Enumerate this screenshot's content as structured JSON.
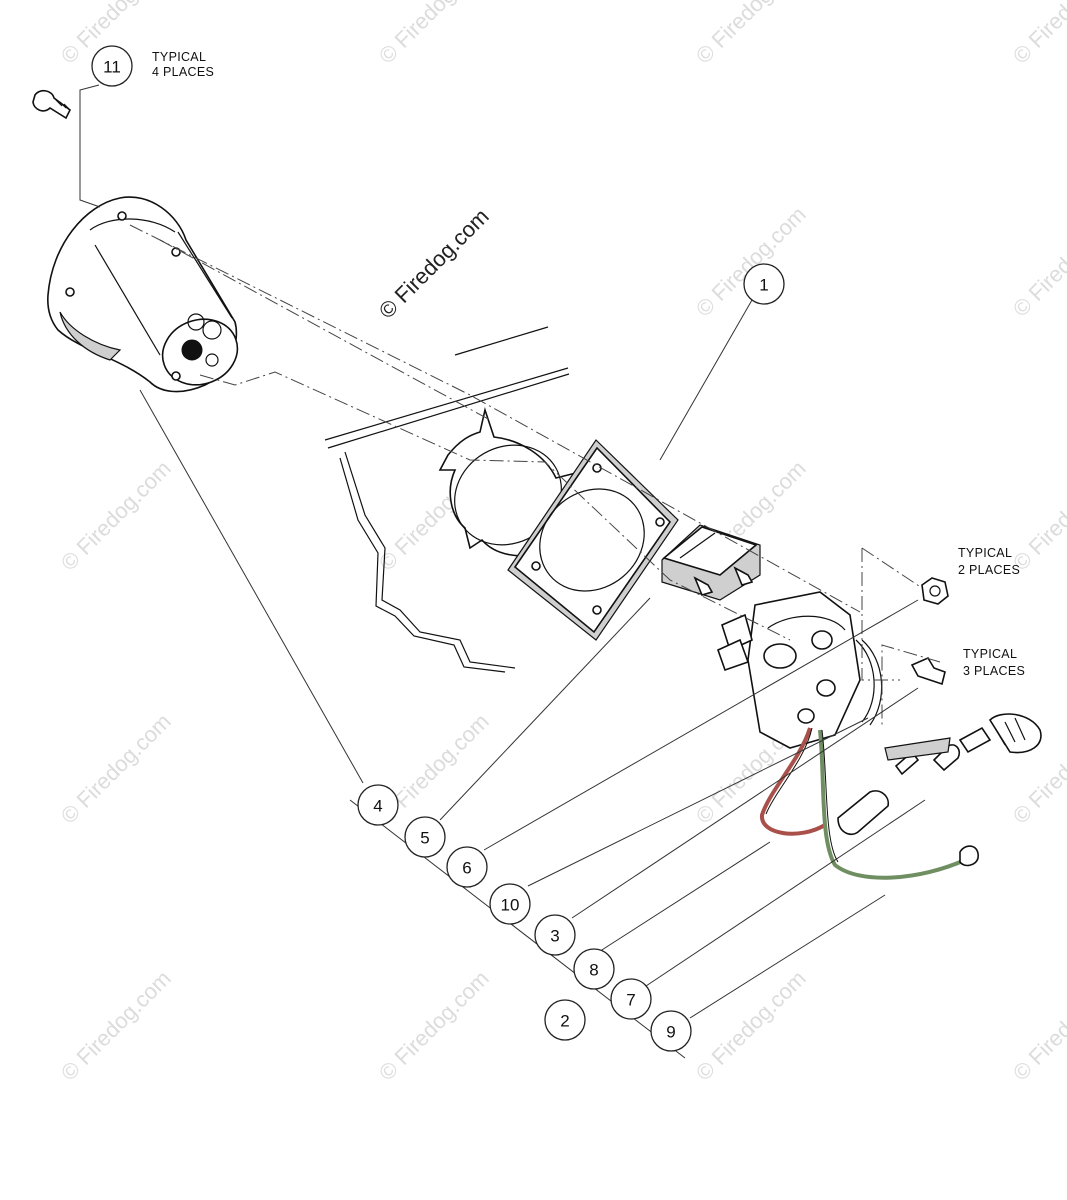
{
  "watermark": {
    "main_text": "© Firedog.com",
    "tile_text": "© Firedog.com"
  },
  "notes": {
    "n11_line1": "TYPICAL",
    "n11_line2": "4 PLACES",
    "nut_line1": "TYPICAL",
    "nut_line2": "2 PLACES",
    "screw_line1": "TYPICAL",
    "screw_line2": "3 PLACES"
  },
  "callouts": {
    "c1": "1",
    "c2": "2",
    "c3": "3",
    "c4": "4",
    "c5": "5",
    "c6": "6",
    "c7": "7",
    "c8": "8",
    "c9": "9",
    "c10": "10",
    "c11": "11"
  },
  "colors": {
    "line": "#111111",
    "watermark": "#dcdcdc",
    "wire_red": "#a9504a",
    "wire_green": "#6f8f62"
  }
}
